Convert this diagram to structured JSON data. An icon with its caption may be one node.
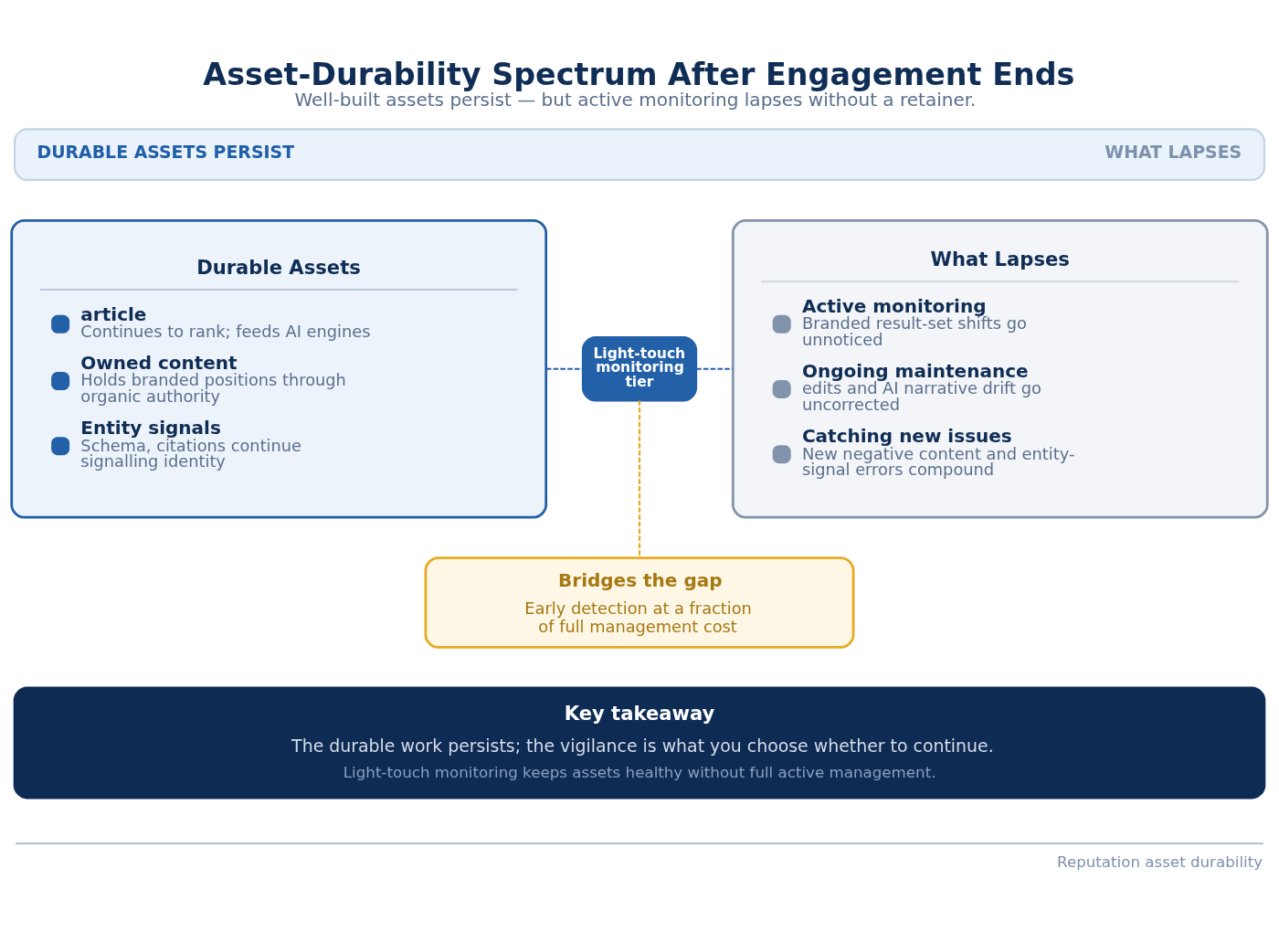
{
  "diagram": {
    "title": "Asset-Durability Spectrum After Engagement Ends",
    "caption": "Well-built assets persist — but active monitoring lapses without a retainer.",
    "nodes": [
      {
        "text": [
          "DURABLE ASSETS PERSIST",
          "WHAT LAPSES"
        ]
      },
      {
        "text": [
          "Durable Assets",
          "article",
          "Continues to rank; feeds AI engines",
          "Owned content",
          "Holds branded positions through organic authority",
          "Entity signals",
          "Schema, citations continue signalling identity"
        ]
      },
      {
        "text": [
          "Light-touch monitoring tier"
        ]
      },
      {
        "text": [
          "What Lapses",
          "Active monitoring",
          "Branded result-set shifts go unnoticed",
          "Ongoing maintenance",
          "edits and AI narrative drift go uncorrected",
          "Catching new issues",
          "New negative content and entity-signal errors compound"
        ]
      },
      {
        "text": [
          "Bridges the gap",
          "Early detection at a fraction of full management cost"
        ]
      },
      {
        "text": [
          "Key takeaway",
          "The durable work persists; the vigilance is what you choose whether to continue.",
          "Light-touch monitoring keeps assets healthy without full active management."
        ]
      }
    ],
    "edges": [
      {
        "from": 1,
        "to": 2,
        "arrow": "none",
        "style": "dashed"
      },
      {
        "from": 2,
        "to": 3,
        "arrow": "none",
        "style": "dashed"
      },
      {
        "from": 2,
        "to": 4,
        "arrow": "none",
        "style": "dashed",
        "color": "#e8aa22"
      }
    ],
    "labels": [
      "Reputation asset durability"
    ]
  }
}
